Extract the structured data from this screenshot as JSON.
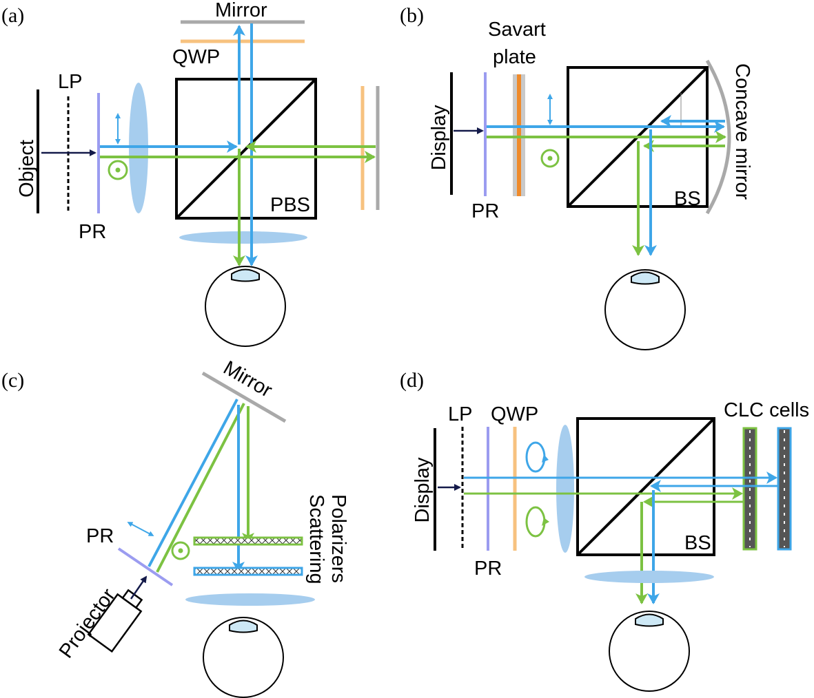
{
  "colors": {
    "blue": "#3ea6e8",
    "green": "#7cc242",
    "orange": "#f7c27f",
    "gray": "#a9a9a9",
    "pr": "#9b9cf0",
    "lens": "#a6cdee",
    "navy": "#141a4a",
    "darkorange": "#ef8a2a"
  },
  "panel_a": {
    "tag": "(a)",
    "mirror": "Mirror",
    "qwp": "QWP",
    "lp": "LP",
    "object": "Object",
    "pbs": "PBS",
    "pr": "PR"
  },
  "panel_b": {
    "tag": "(b)",
    "savart_1": "Savart",
    "savart_2": "plate",
    "display": "Display",
    "concave": "Concave mirror",
    "bs": "BS",
    "pr": "PR"
  },
  "panel_c": {
    "tag": "(c)",
    "mirror": "Mirror",
    "pr": "PR",
    "projector": "Projector",
    "scattering": "Scattering",
    "polarizers": "Polarizers"
  },
  "panel_d": {
    "tag": "(d)",
    "lp": "LP",
    "qwp": "QWP",
    "clc": "CLC cells",
    "display": "Display",
    "pr": "PR",
    "bs": "BS"
  }
}
